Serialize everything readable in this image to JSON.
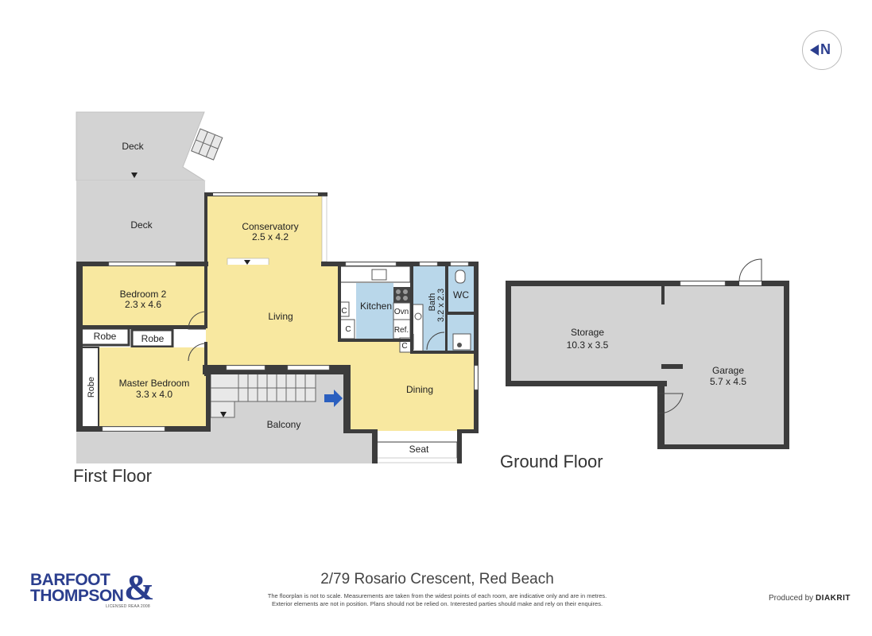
{
  "compass": {
    "label": "N"
  },
  "rooms": {
    "deck_upper": {
      "name": "Deck"
    },
    "deck_lower": {
      "name": "Deck"
    },
    "conservatory": {
      "name": "Conservatory",
      "size": "2.5 x 4.2"
    },
    "bedroom2": {
      "name": "Bedroom 2",
      "size": "2.3 x 4.6"
    },
    "robe_left": {
      "name": "Robe"
    },
    "robe_middle": {
      "name": "Robe"
    },
    "robe_vertical": {
      "name": "Robe"
    },
    "master_bedroom": {
      "name": "Master Bedroom",
      "size": "3.3 x 4.0"
    },
    "living": {
      "name": "Living"
    },
    "kitchen": {
      "name": "Kitchen"
    },
    "bath": {
      "name": "Bath",
      "size": "3.2 x 2.3"
    },
    "wc": {
      "name": "WC"
    },
    "dining": {
      "name": "Dining"
    },
    "balcony": {
      "name": "Balcony"
    },
    "seat": {
      "name": "Seat"
    },
    "storage": {
      "name": "Storage",
      "size": "10.3 x 3.5"
    },
    "garage": {
      "name": "Garage",
      "size": "5.7 x 4.5"
    }
  },
  "fixtures": {
    "cupboard": "C",
    "oven": "Ovn",
    "fridge": "Ref."
  },
  "floors": {
    "first": "First Floor",
    "ground": "Ground Floor"
  },
  "footer": {
    "address": "2/79 Rosario Crescent, Red Beach",
    "disclaimer_line1": "The floorplan is not to scale. Measurements are taken from the widest points of each room, are indicative only and are in metres.",
    "disclaimer_line2": "Exterior elements are not in position. Plans should not be relied on. Interested parties should make and rely on their enquires.",
    "produced_by": "Produced by",
    "producer": "DIAKRIT"
  },
  "logo": {
    "line1": "BARFOOT",
    "line2": "THOMPSON",
    "ampersand": "&",
    "tagline": "LICENSED REAA 2008"
  },
  "colors": {
    "room_yellow": "#f8e8a0",
    "wet_blue": "#b9d7ea",
    "exterior_grey": "#d3d3d3",
    "wall": "#3c3c3c",
    "brand_blue": "#2b3e8e"
  }
}
